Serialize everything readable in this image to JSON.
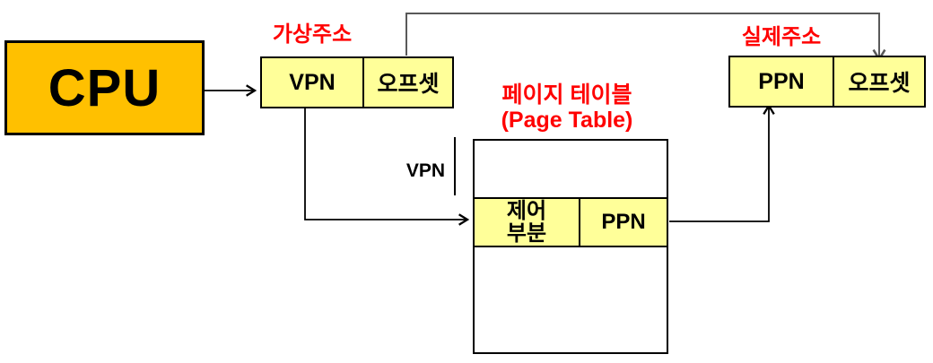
{
  "diagram_title": "virtual-to-physical address translation via page table",
  "cpu": {
    "label": "CPU"
  },
  "virtual_address": {
    "title": "가상주소",
    "vpn": "VPN",
    "offset": "오프셋"
  },
  "physical_address": {
    "title": "실제주소",
    "ppn": "PPN",
    "offset": "오프셋"
  },
  "page_table": {
    "title_ko": "페이지 테이블",
    "title_en": "(Page Table)",
    "index_label": "VPN",
    "row": {
      "control": "제어\n부분",
      "ppn": "PPN"
    }
  },
  "colors": {
    "cpu_fill": "#FFC000",
    "register_fill": "#FFFF99",
    "label_red": "#FF0000",
    "line_black": "#000000",
    "line_gray": "#595959",
    "background": "#FFFFFF"
  }
}
